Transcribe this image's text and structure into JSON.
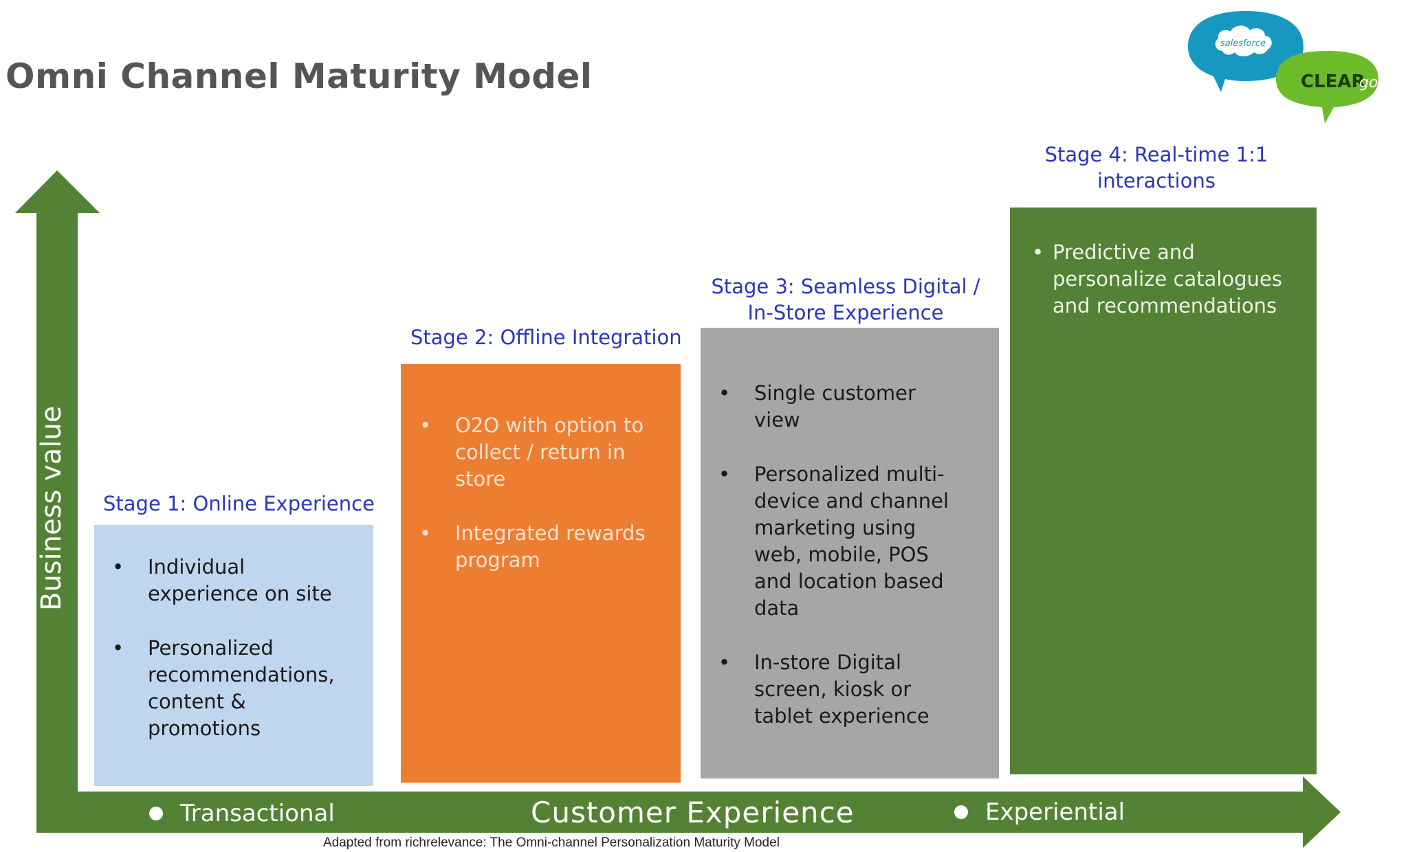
{
  "title": "Omni Channel Maturity Model",
  "logos": {
    "salesforce": "salesforce",
    "cleargo_main": "CLEAR",
    "cleargo_suffix": "go"
  },
  "stages": [
    {
      "title_lines": [
        "Stage 1: Online Experience"
      ],
      "bullet_char": "•",
      "bullets": [
        [
          "Individual",
          "experience on site"
        ],
        [
          "Personalized",
          "recommendations,",
          "content &",
          "promotions"
        ]
      ]
    },
    {
      "title_lines": [
        "Stage 2: Offline Integration"
      ],
      "bullet_char": "•",
      "bullets": [
        [
          "O2O with option to",
          "collect / return in",
          "store"
        ],
        [
          "Integrated rewards",
          "program"
        ]
      ]
    },
    {
      "title_lines": [
        "Stage 3: Seamless Digital /",
        "In-Store Experience"
      ],
      "bullet_char": "•",
      "bullets": [
        [
          "Single customer",
          "view"
        ],
        [
          "Personalized multi-",
          "device and channel",
          "marketing using",
          "web, mobile, POS",
          "and location based",
          "data"
        ],
        [
          "In-store Digital",
          "screen, kiosk or",
          "tablet experience"
        ]
      ]
    },
    {
      "title_lines": [
        "Stage 4: Real-time 1:1",
        "interactions"
      ],
      "bullet_char": "•",
      "bullets": [
        [
          "Predictive and",
          "personalize catalogues",
          "and recommendations"
        ]
      ]
    }
  ],
  "axes": {
    "y_label": "Business value",
    "x_label": "Customer Experience",
    "x_start": "Transactional",
    "x_end": "Experiential"
  },
  "footnote": "Adapted from richrelevance: The Omni-channel Personalization Maturity Model",
  "colors": {
    "axis_green": "#548235",
    "stage1": "#bfd7ee",
    "stage2": "#ed7d31",
    "stage3": "#a6a6a6",
    "stage4": "#538135",
    "stage_title": "#2b36b8",
    "salesforce_blue": "#1798c1",
    "cleargo_green": "#6cbb2a"
  }
}
